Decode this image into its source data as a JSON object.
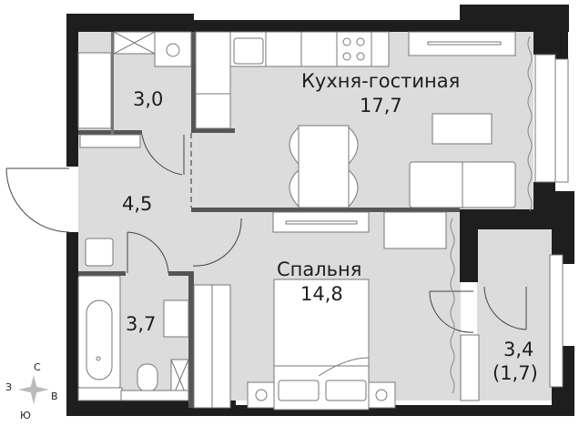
{
  "plan": {
    "rooms": [
      {
        "id": "kitchen-living",
        "name": "Кухня-гостиная",
        "area": "17,7"
      },
      {
        "id": "bedroom",
        "name": "Спальня",
        "area": "14,8"
      },
      {
        "id": "storage",
        "name": "",
        "area": "3,0"
      },
      {
        "id": "hallway",
        "name": "",
        "area": "4,5"
      },
      {
        "id": "bathroom",
        "name": "",
        "area": "3,7"
      },
      {
        "id": "balcony",
        "name": "",
        "area": "3,4",
        "area_reduced": "(1,7)"
      }
    ],
    "compass": {
      "north": "С",
      "south": "Ю",
      "west": "З",
      "east": "В"
    },
    "colors": {
      "wall": "#1e1e1e",
      "partition": "#555555",
      "floor": "#dcdcdc",
      "furniture": "#ffffff",
      "line": "#777777"
    }
  }
}
